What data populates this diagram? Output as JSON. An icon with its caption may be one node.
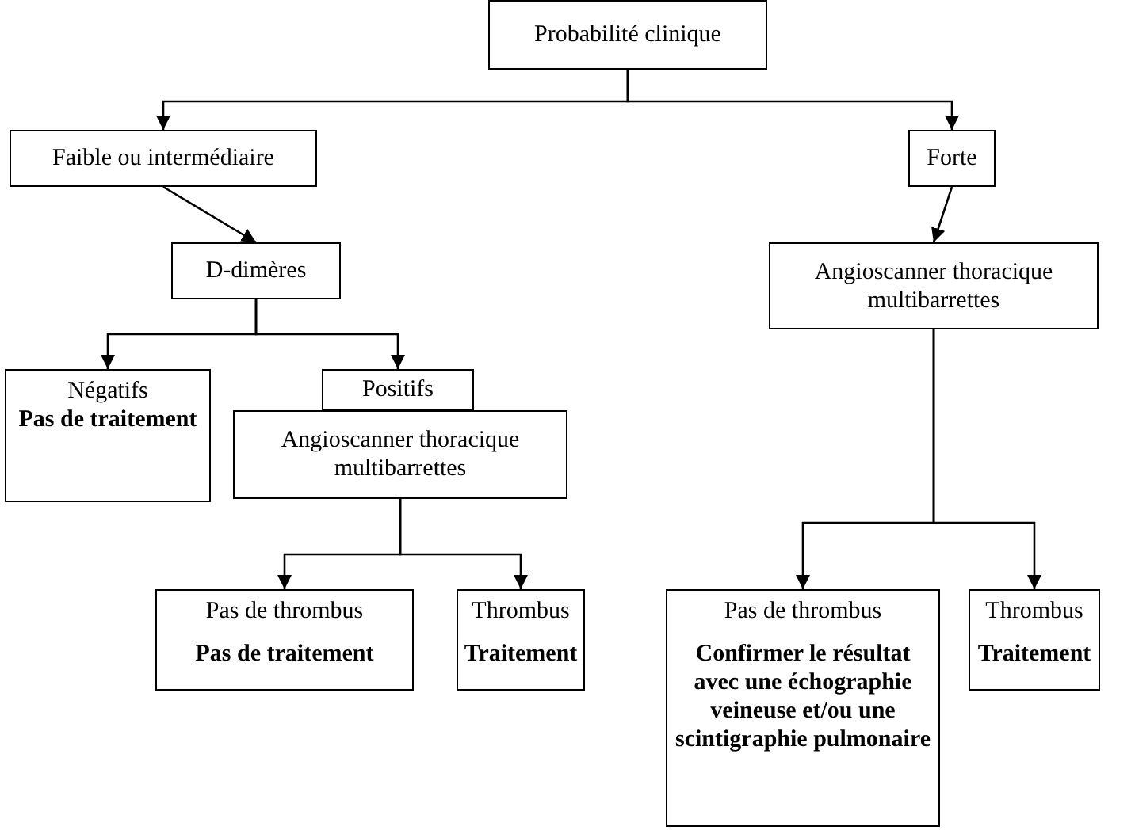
{
  "diagram": {
    "nodes": [
      {
        "text": [
          "Probabilité clinique"
        ]
      },
      {
        "text": [
          "Faible ou intermédiaire"
        ]
      },
      {
        "text": [
          "Forte"
        ]
      },
      {
        "text": [
          "D-dimères"
        ]
      },
      {
        "text": [
          "Angioscanner thoracique multibarrettes"
        ]
      },
      {
        "text": [
          "Négatifs",
          "Pas de traitement"
        ]
      },
      {
        "text": [
          "Positifs"
        ]
      },
      {
        "text": [
          "Angioscanner thoracique multibarrettes"
        ]
      },
      {
        "text": [
          "Pas de thrombus",
          "Pas de traitement"
        ]
      },
      {
        "text": [
          "Thrombus",
          "Traitement"
        ]
      },
      {
        "text": [
          "Pas de thrombus",
          "Confirmer le résultat avec une échographie veineuse et/ou une scintigraphie pulmonaire"
        ]
      },
      {
        "text": [
          "Thrombus",
          "Traitement"
        ]
      }
    ],
    "edges": [
      {
        "from": 0,
        "to": 1,
        "arrow": "to"
      },
      {
        "from": 0,
        "to": 2,
        "arrow": "to"
      },
      {
        "from": 1,
        "to": 3,
        "arrow": "to"
      },
      {
        "from": 2,
        "to": 4,
        "arrow": "to"
      },
      {
        "from": 3,
        "to": 5,
        "arrow": "to"
      },
      {
        "from": 3,
        "to": 6,
        "arrow": "to"
      },
      {
        "from": 7,
        "to": 8,
        "arrow": "to"
      },
      {
        "from": 7,
        "to": 9,
        "arrow": "to"
      },
      {
        "from": 4,
        "to": 10,
        "arrow": "to"
      },
      {
        "from": 4,
        "to": 11,
        "arrow": "to"
      }
    ]
  }
}
